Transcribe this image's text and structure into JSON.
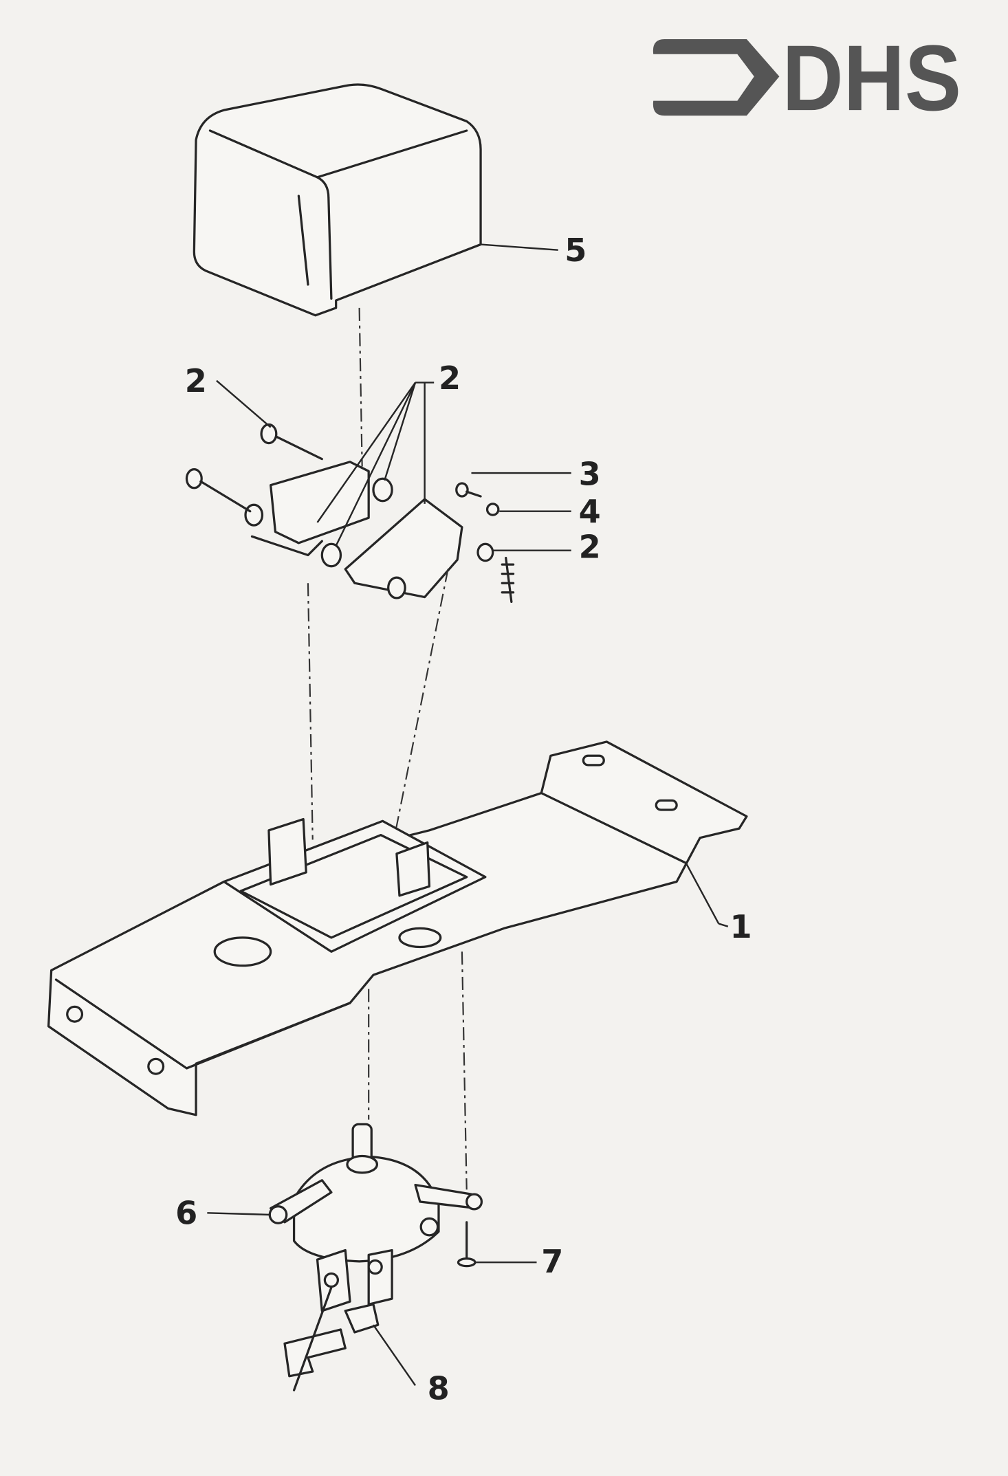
{
  "logo": {
    "text": "DHS",
    "color": "#555555"
  },
  "callouts": [
    {
      "id": "cover",
      "label": "5"
    },
    {
      "id": "screw-left",
      "label": "2"
    },
    {
      "id": "switch-fasteners",
      "label": "2"
    },
    {
      "id": "screw-small",
      "label": "3"
    },
    {
      "id": "washer",
      "label": "4"
    },
    {
      "id": "spring-nut",
      "label": "2"
    },
    {
      "id": "bracket",
      "label": "1"
    },
    {
      "id": "actuator",
      "label": "6"
    },
    {
      "id": "screw-bottom",
      "label": "7"
    },
    {
      "id": "clip",
      "label": "8"
    }
  ]
}
